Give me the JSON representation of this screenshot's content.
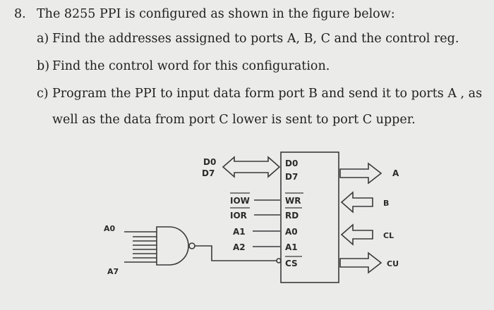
{
  "question": {
    "number": "8.",
    "stem": "The 8255 PPI is configured as shown in the figure below:",
    "parts": [
      {
        "label": "a)",
        "text": "Find the addresses assigned to ports A, B, C and the control reg."
      },
      {
        "label": "b)",
        "text": "Find the control word for this configuration."
      },
      {
        "label": "c)",
        "text": "Program the PPI to input data form port B and send it to ports A , as"
      }
    ],
    "continuation": "well as the data from port C lower is sent to port C upper."
  },
  "diagram": {
    "cpu_data_top": "D0",
    "cpu_data_bottom": "D7",
    "iow": "IOW",
    "ior": "IOR",
    "a1": "A1",
    "a2": "A2",
    "gate_in_top": "A0",
    "gate_in_bottom": "A7",
    "chip": {
      "d0": "D0",
      "d7": "D7",
      "wr": "WR",
      "rd": "RD",
      "a0": "A0",
      "a1": "A1",
      "cs": "CS"
    },
    "ports": {
      "a": "A",
      "b": "B",
      "cl": "CL",
      "cu": "CU"
    }
  }
}
